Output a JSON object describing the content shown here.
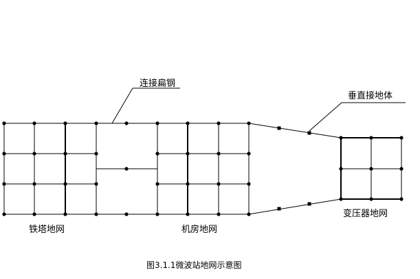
{
  "labels": {
    "flat_steel": "连接扁钢",
    "vertical_electrode": "垂直接地体",
    "tower_grid": "铁塔地网",
    "machine_room_grid": "机房地网",
    "transformer_grid": "变压器地网"
  },
  "caption": "图3.1.1微波站地网示意图",
  "colors": {
    "line": "#000000",
    "background": "#ffffff"
  }
}
